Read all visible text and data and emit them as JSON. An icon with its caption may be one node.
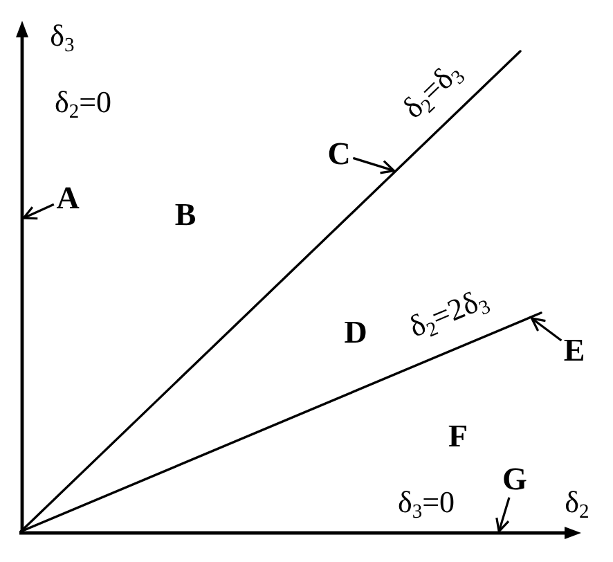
{
  "diagram": {
    "nodes": [
      {
        "text": [
          "C"
        ]
      },
      {
        "text": [
          "A"
        ]
      },
      {
        "text": [
          "E"
        ]
      },
      {
        "text": [
          "G"
        ]
      }
    ],
    "edges": [
      {
        "from": 1,
        "to": null,
        "arrow": "to"
      },
      {
        "from": 0,
        "to": null,
        "arrow": "to"
      },
      {
        "from": 2,
        "to": null,
        "arrow": "to"
      },
      {
        "from": 3,
        "to": null,
        "arrow": "to"
      }
    ],
    "labels": [
      "δ$_{3}$",
      "δ$_{2}$=δ$_{3}$",
      "δ$_{2}$=0",
      "B",
      "δ$_{2}$=2δ$_{3}$",
      "D",
      "F",
      "δ$_{3}$=0",
      "δ$_{2}$"
    ]
  }
}
